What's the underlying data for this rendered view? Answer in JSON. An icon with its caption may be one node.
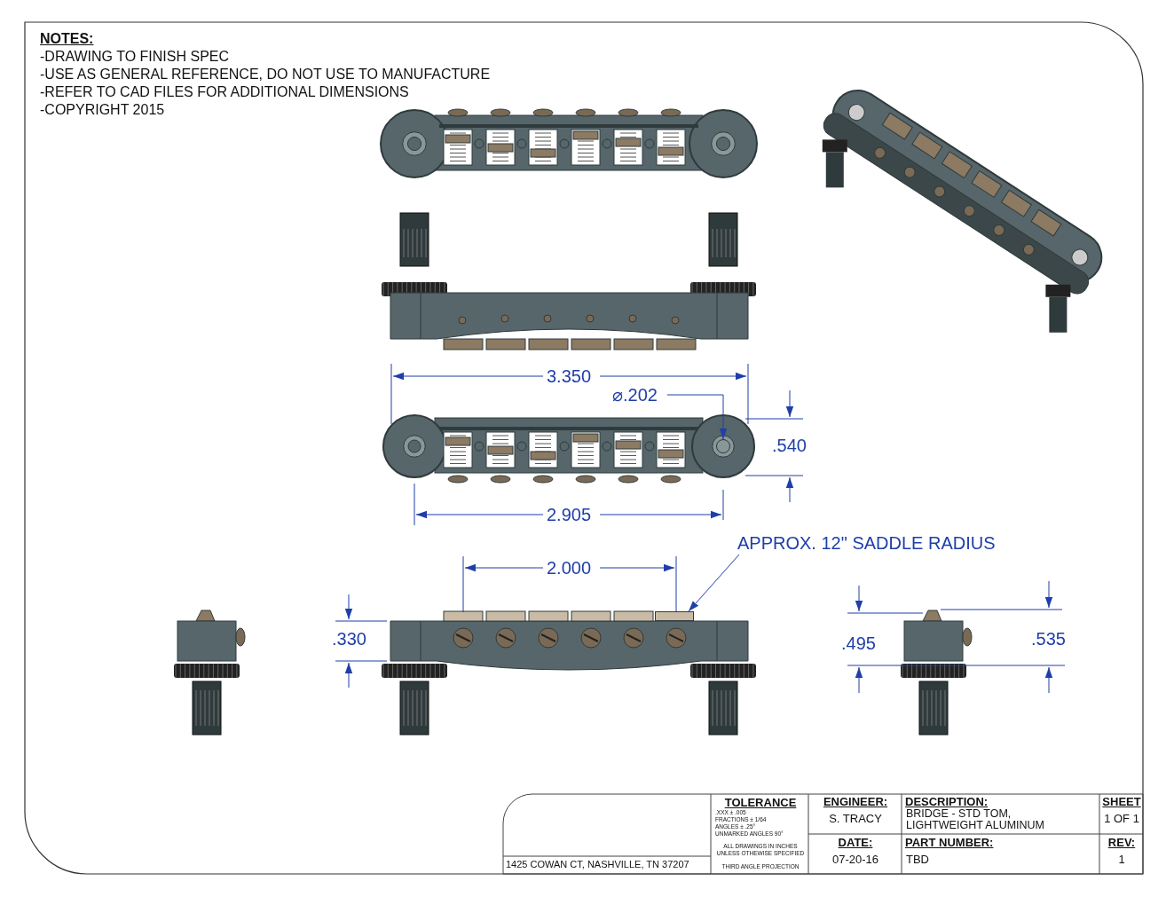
{
  "diagram": {
    "nodes": [
      {
        "text": [
          "APPROX. 12\" SADDLE RADIUS"
        ]
      },
      {
        "text": [],
        "shape": "box"
      },
      {
        "text": [
          "⌀.202"
        ]
      },
      {
        "text": [],
        "shape": "circle"
      }
    ],
    "edges": [
      {
        "from": 0,
        "to": 1,
        "arrow": "to"
      },
      {
        "from": 2,
        "to": 3,
        "arrow": "to"
      }
    ],
    "labels": [
      "NOTES:",
      "-DRAWING TO FINISH SPEC",
      "-USE AS GENERAL REFERENCE, DO NOT USE TO MANUFACTURE",
      "-REFER TO CAD FILES FOR ADDITIONAL DIMENSIONS",
      "-COPYRIGHT 2015",
      "3.350",
      ".540",
      "2.905",
      "2.000",
      ".330",
      ".495",
      ".535",
      "1425 COWAN CT, NASHVILLE, TN 37207",
      "TOLERANCE",
      ".XXX ± .005",
      "FRACTIONS ± 1/64",
      "ANGLES ± .25°",
      "UNMARKED ANGLES 90°",
      "ALL DRAWINGS IN INCHES UNLESS OTHEWISE SPECIFIED",
      "THIRD ANGLE PROJECTION",
      "ENGINEER:",
      "S. TRACY",
      "DESCRIPTION:",
      "BRIDGE - STD TOM, LIGHTWEIGHT ALUMINUM",
      "SHEET",
      "1 OF 1",
      "DATE:",
      "07-20-16",
      "PART NUMBER:",
      "TBD",
      "REV:",
      "1"
    ]
  }
}
